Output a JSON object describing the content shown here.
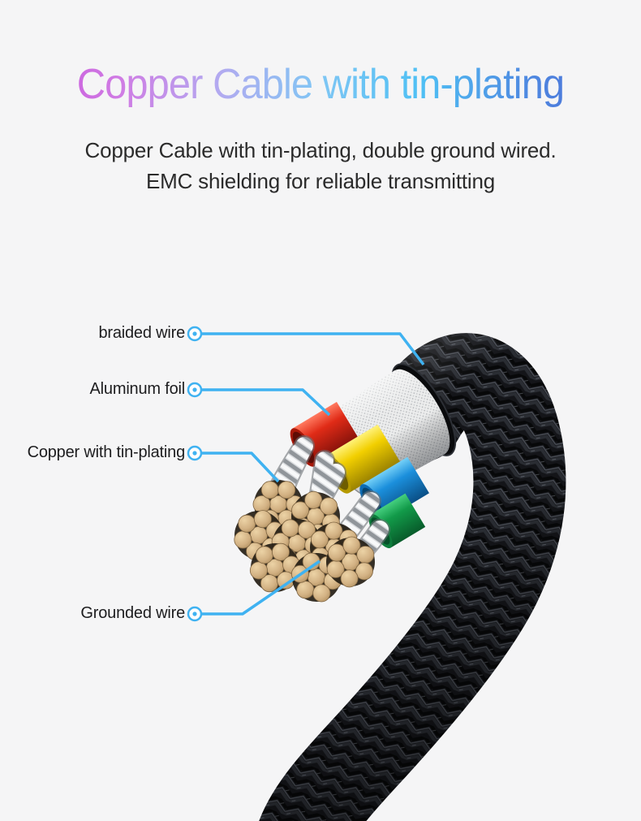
{
  "title": {
    "text": "Copper Cable with tin-plating",
    "gradient_colors": [
      "#c84fdb",
      "#d07ce4",
      "#b2aaf0",
      "#7fc6f4",
      "#4fc0f4",
      "#4f8ce2",
      "#4a67d4"
    ]
  },
  "subtitle": {
    "line1": "Copper Cable with tin-plating, double ground wired.",
    "line2": "EMC shielding for reliable transmitting"
  },
  "callouts": {
    "braided_wire": "braided wire",
    "aluminum_foil": "Aluminum foil",
    "copper_tin_plating": "Copper with tin-plating",
    "grounded_wire": "Grounded wire"
  },
  "colors": {
    "background": "#f5f5f6",
    "accent_blue": "#3fb2f1",
    "text_dark": "#2b2b2b",
    "label_text": "#1d1d1f",
    "jacket_black": "#141519",
    "shield_silver": "#d9dbde",
    "wire_red": "#e02b17",
    "wire_yellow": "#f2cf00",
    "wire_blue": "#1b8fdc",
    "wire_green": "#129a49",
    "copper_strand_tan": "#d2b183"
  }
}
